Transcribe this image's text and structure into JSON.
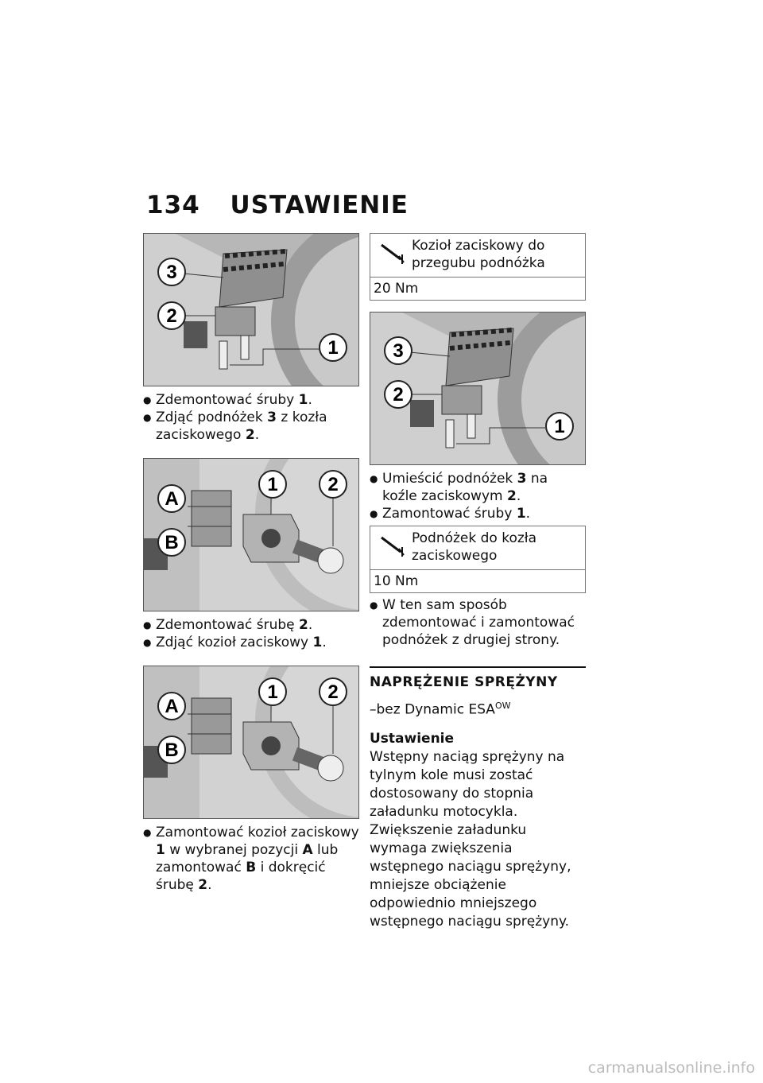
{
  "page": {
    "number": "134",
    "title": "USTAWIENIE"
  },
  "left": {
    "fig1": {
      "callouts": [
        "3",
        "2",
        "1"
      ]
    },
    "steps1": [
      {
        "text": "Zdemontować śruby ",
        "num": "1",
        "after": "."
      },
      {
        "text": "Zdjąć podnóżek ",
        "num": "3",
        "after": " z kozła zaciskowego ",
        "num2": "2",
        "after2": "."
      }
    ],
    "fig2": {
      "callouts": [
        "A",
        "B",
        "1",
        "2"
      ]
    },
    "steps2": [
      {
        "text": "Zdemontować śrubę ",
        "num": "2",
        "after": "."
      },
      {
        "text": "Zdjąć kozioł zaciskowy ",
        "num": "1",
        "after": "."
      }
    ],
    "fig3": {
      "callouts": [
        "A",
        "B",
        "1",
        "2"
      ]
    },
    "steps3": [
      {
        "a": "Zamontować kozioł zaciskowy ",
        "b": "1",
        "c": " w wybranej pozycji ",
        "d": "A",
        "e": " lub zamontować ",
        "f": "B",
        "g": " i dokręcić śrubę ",
        "h": "2",
        "i": "."
      }
    ]
  },
  "right": {
    "torque1": {
      "label": "Kozioł zaciskowy do przegubu podnóżka",
      "value": "20 Nm"
    },
    "fig4": {
      "callouts": [
        "3",
        "2",
        "1"
      ]
    },
    "steps4": [
      {
        "text": "Umieścić podnóżek ",
        "num": "3",
        "after": " na koźle zaciskowym ",
        "num2": "2",
        "after2": "."
      },
      {
        "text": "Zamontować śruby ",
        "num": "1",
        "after": "."
      }
    ],
    "torque2": {
      "label": "Podnóżek do kozła zaciskowego",
      "value": "10 Nm"
    },
    "steps5": [
      {
        "text": "W ten sam sposób zdemontować i zamontować podnóżek z drugiej strony."
      }
    ],
    "section": {
      "title": "NAPRĘŻENIE SPRĘŻYNY",
      "variant": "–bez Dynamic ESA",
      "variant_sup": "OW",
      "sub_title": "Ustawienie",
      "body": "Wstępny naciąg sprężyny na tylnym kole musi zostać dostosowany do stopnia załadunku motocykla. Zwiększenie załadunku wymaga zwiększenia wstępnego naciągu sprężyny, mniejsze obciążenie odpowiednio mniejszego wstępnego naciągu sprężyny."
    }
  },
  "footer": {
    "mark": "carmanualsonline.info"
  }
}
